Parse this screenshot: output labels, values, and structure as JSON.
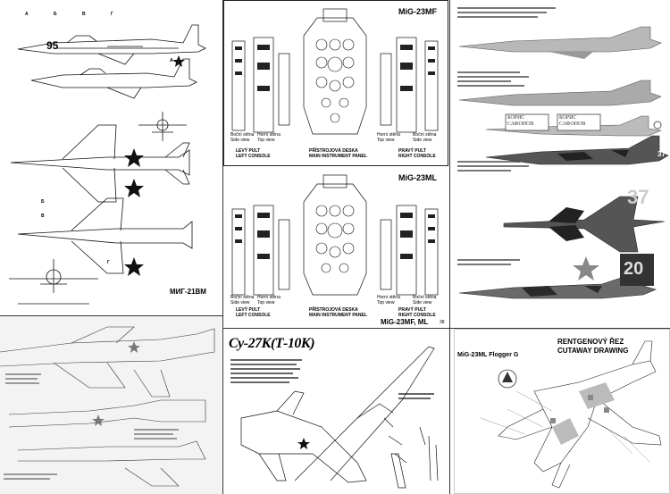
{
  "mig21": {
    "view_letters": [
      "А",
      "Б",
      "В",
      "Г"
    ],
    "side_label": "А",
    "number": "95",
    "b1": "Б",
    "b2": "В",
    "g": "Г",
    "title": "МИГ-21ВМ"
  },
  "mf": {
    "title": "MiG-23MF",
    "side_left": [
      "Boční stěna",
      "Side view"
    ],
    "top_left": [
      "Horní stěna",
      "Top view"
    ],
    "top_right": [
      "Horní stěna",
      "Top view"
    ],
    "side_right": [
      "Boční stěna",
      "Side view"
    ],
    "left_console": [
      "LEVÝ PULT",
      "LEFT CONSOLE"
    ],
    "main_panel": [
      "PŘÍSTROJOVÁ DESKA",
      "MAIN INSTRUMENT PANEL"
    ],
    "right_console": [
      "PRAVÝ PULT",
      "RIGHT CONSOLE"
    ]
  },
  "ml": {
    "title": "MiG-23ML",
    "side_left": [
      "Boční stěna",
      "Side view"
    ],
    "top_left": [
      "Horní stěna",
      "Top view"
    ],
    "top_right": [
      "Horní stěna",
      "Top view"
    ],
    "side_right": [
      "Boční stěna",
      "Side view"
    ],
    "left_console": [
      "LEVÝ PULT",
      "LEFT CONSOLE"
    ],
    "main_panel": [
      "PŘÍSTROJOVÁ DESKA",
      "MAIN INSTRUMENT PANEL"
    ],
    "right_console": [
      "PRAVÝ PULT",
      "RIGHT CONSOLE"
    ],
    "footer": "MiG-23MF, ML",
    "page": "38"
  },
  "mig25": {
    "number": "37",
    "big_number": "37",
    "tail_number": "20",
    "inscription_1": "БОРИС САФОНОВ",
    "inscription_2": "БОРИС САФОНОВ"
  },
  "su27": {
    "title": "Су-27К(Т-10К)"
  },
  "cutaway": {
    "aircraft": "MiG-23ML Flogger G",
    "title_cz": "RENTGENOVÝ ŘEZ",
    "title_en": "CUTAWAY DRAWING"
  }
}
